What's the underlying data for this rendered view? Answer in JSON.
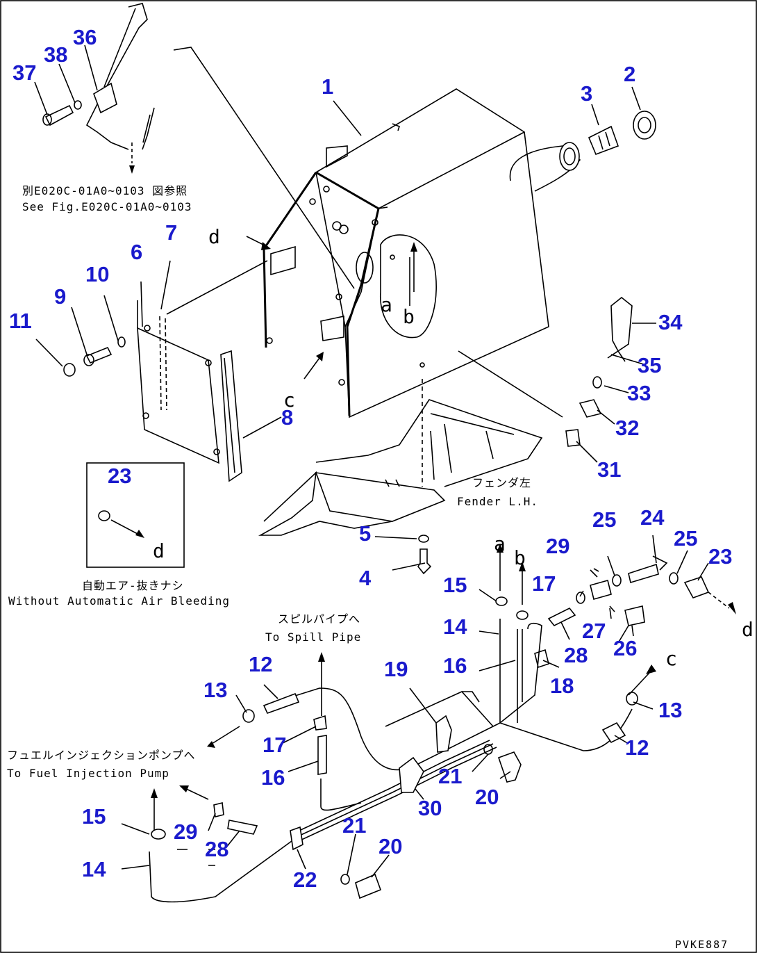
{
  "callouts": [
    {
      "id": "n1",
      "label": "1"
    },
    {
      "id": "n2",
      "label": "2"
    },
    {
      "id": "n3",
      "label": "3"
    },
    {
      "id": "n4",
      "label": "4"
    },
    {
      "id": "n5",
      "label": "5"
    },
    {
      "id": "n6",
      "label": "6"
    },
    {
      "id": "n7",
      "label": "7"
    },
    {
      "id": "n8",
      "label": "8"
    },
    {
      "id": "n9",
      "label": "9"
    },
    {
      "id": "n10",
      "label": "10"
    },
    {
      "id": "n11",
      "label": "11"
    },
    {
      "id": "n12a",
      "label": "12"
    },
    {
      "id": "n12b",
      "label": "12"
    },
    {
      "id": "n13a",
      "label": "13"
    },
    {
      "id": "n13b",
      "label": "13"
    },
    {
      "id": "n14a",
      "label": "14"
    },
    {
      "id": "n14b",
      "label": "14"
    },
    {
      "id": "n15a",
      "label": "15"
    },
    {
      "id": "n15b",
      "label": "15"
    },
    {
      "id": "n16a",
      "label": "16"
    },
    {
      "id": "n16b",
      "label": "16"
    },
    {
      "id": "n17a",
      "label": "17"
    },
    {
      "id": "n17b",
      "label": "17"
    },
    {
      "id": "n18",
      "label": "18"
    },
    {
      "id": "n19",
      "label": "19"
    },
    {
      "id": "n20a",
      "label": "20"
    },
    {
      "id": "n20b",
      "label": "20"
    },
    {
      "id": "n21a",
      "label": "21"
    },
    {
      "id": "n21b",
      "label": "21"
    },
    {
      "id": "n22",
      "label": "22"
    },
    {
      "id": "n23a",
      "label": "23"
    },
    {
      "id": "n23b",
      "label": "23"
    },
    {
      "id": "n24",
      "label": "24"
    },
    {
      "id": "n25a",
      "label": "25"
    },
    {
      "id": "n25b",
      "label": "25"
    },
    {
      "id": "n26",
      "label": "26"
    },
    {
      "id": "n27",
      "label": "27"
    },
    {
      "id": "n28a",
      "label": "28"
    },
    {
      "id": "n28b",
      "label": "28"
    },
    {
      "id": "n29a",
      "label": "29"
    },
    {
      "id": "n29b",
      "label": "29"
    },
    {
      "id": "n30",
      "label": "30"
    },
    {
      "id": "n31",
      "label": "31"
    },
    {
      "id": "n32",
      "label": "32"
    },
    {
      "id": "n33",
      "label": "33"
    },
    {
      "id": "n34",
      "label": "34"
    },
    {
      "id": "n35",
      "label": "35"
    },
    {
      "id": "n36",
      "label": "36"
    },
    {
      "id": "n37",
      "label": "37"
    },
    {
      "id": "n38",
      "label": "38"
    }
  ],
  "letters": {
    "a1": "a",
    "b1": "b",
    "c1": "c",
    "d1": "d",
    "d_inset": "d",
    "a2": "a",
    "b2": "b",
    "c2": "c",
    "d2": "d"
  },
  "notes": {
    "see_fig_jp": "別E020C-01A0~0103 図参照",
    "see_fig_en": "See Fig.E020C-01A0~0103",
    "fender_jp": "フェンダ左",
    "fender_en": "Fender L.H.",
    "no_bleed_jp": "自動エア-抜きナシ",
    "no_bleed_en": "Without Automatic Air Bleeding",
    "spill_jp": "スピルパイプへ",
    "spill_en": "To Spill Pipe",
    "pump_jp": "フュエルインジェクションポンプへ",
    "pump_en": "To Fuel Injection Pump",
    "drawing_code": "PVKE887"
  }
}
